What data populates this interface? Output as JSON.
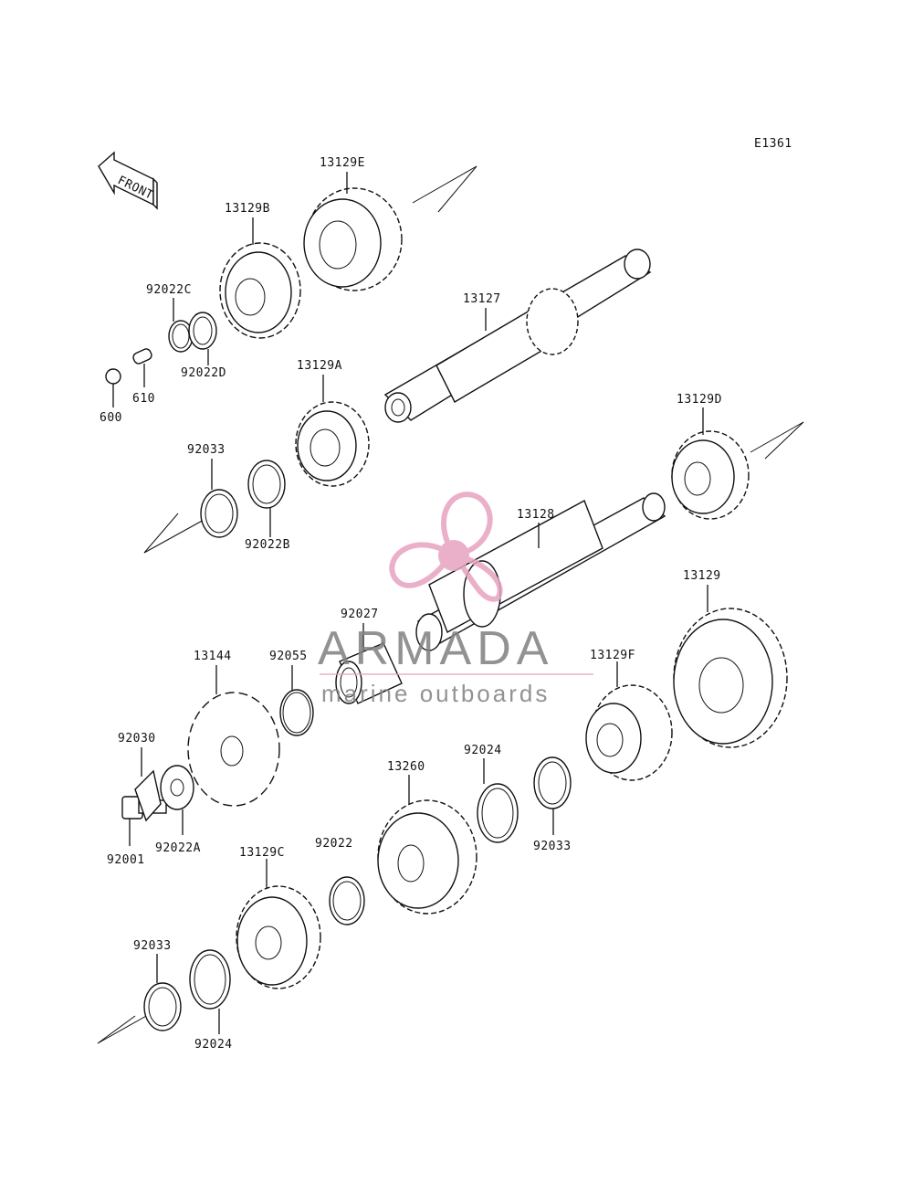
{
  "diagram_code": "E1361",
  "front_label": "FRONT",
  "watermark": {
    "brand": "ARMADA",
    "tagline": "marine outboards",
    "accent_color": "#e8a3c0"
  },
  "labels": {
    "p13129E": "13129E",
    "p13129B": "13129B",
    "p92022C": "92022C",
    "p92022D": "92022D",
    "p610": "610",
    "p600": "600",
    "p13127": "13127",
    "p13129A": "13129A",
    "p13129D": "13129D",
    "p92033a": "92033",
    "p92022B": "92022B",
    "p13128": "13128",
    "p13129": "13129",
    "p92027": "92027",
    "p13144": "13144",
    "p92055": "92055",
    "p13129F": "13129F",
    "p92030": "92030",
    "p92001": "92001",
    "p92022A": "92022A",
    "p92024a": "92024",
    "p13260": "13260",
    "p92033b": "92033",
    "p92022": "92022",
    "p13129C": "13129C",
    "p92033c": "92033",
    "p92024b": "92024"
  }
}
